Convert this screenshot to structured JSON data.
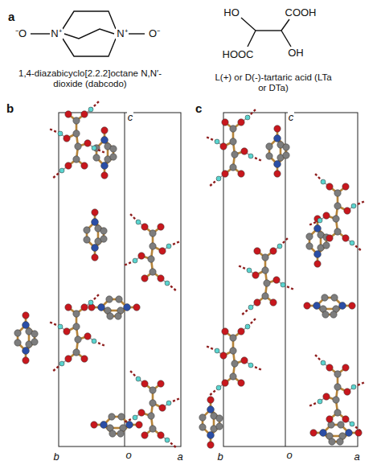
{
  "diagram": {
    "labels": [
      "a",
      "⁻O",
      "N⁺",
      "N⁺",
      "O⁻",
      "1,4-diazabicyclo[2.2.2]octane N,N′-dioxide (dabcodo)",
      "HO",
      "COOH",
      "HOOC",
      "OH",
      "L(+) or D(-)-tartaric acid (LTa or DTa)",
      "b",
      "c",
      "b",
      "o",
      "a",
      "c",
      "c",
      "b",
      "o",
      "a"
    ]
  }
}
